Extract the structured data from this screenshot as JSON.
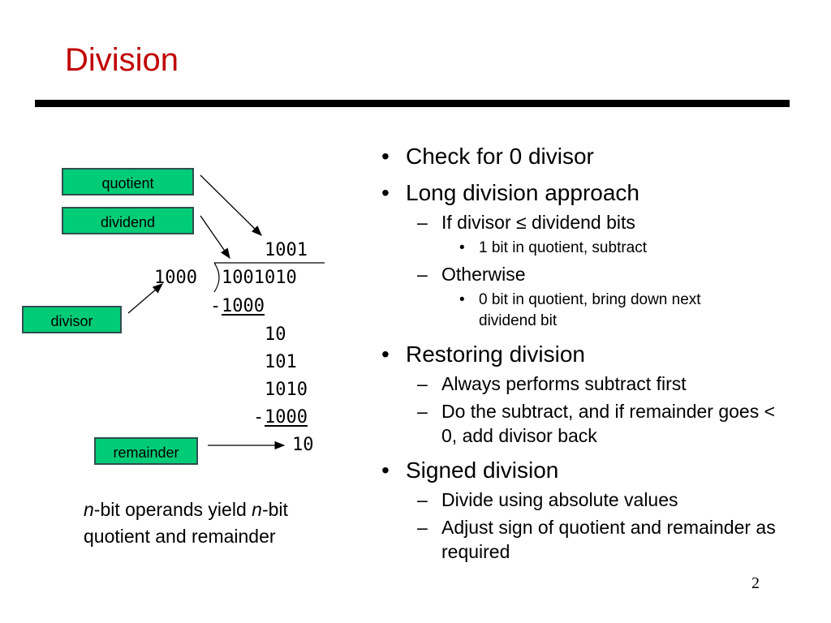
{
  "slide": {
    "title": "Division",
    "page_number": "2"
  },
  "labels": {
    "quotient": "quotient",
    "dividend": "dividend",
    "divisor": "divisor",
    "remainder": "remainder"
  },
  "long_division": {
    "quotient": "1001",
    "divisor": "1000",
    "dividend": "1001010",
    "steps": [
      {
        "sign": "-",
        "value": "1000"
      },
      {
        "value": "10"
      },
      {
        "value": "101"
      },
      {
        "value": "1010"
      },
      {
        "sign": "-",
        "value": "1000"
      },
      {
        "value": "10"
      }
    ]
  },
  "caption": {
    "n1": "n",
    "text1": "-bit operands yield ",
    "n2": "n",
    "text2": "-bit quotient and remainder"
  },
  "bullets": [
    {
      "level": 1,
      "text": "Check for 0 divisor"
    },
    {
      "level": 1,
      "text": "Long division approach"
    },
    {
      "level": 2,
      "text": "If divisor ≤ dividend bits"
    },
    {
      "level": 3,
      "text": "1 bit in quotient, subtract"
    },
    {
      "level": 2,
      "text": "Otherwise"
    },
    {
      "level": 3,
      "text": "0 bit in quotient, bring down next dividend bit"
    },
    {
      "level": 1,
      "text": "Restoring division"
    },
    {
      "level": 2,
      "text": "Always performs subtract first"
    },
    {
      "level": 2,
      "text": "Do the subtract, and if remainder goes < 0, add divisor back"
    },
    {
      "level": 1,
      "text": "Signed division"
    },
    {
      "level": 2,
      "text": "Divide using absolute values"
    },
    {
      "level": 2,
      "text": "Adjust sign of quotient and remainder as required"
    }
  ],
  "colors": {
    "title": "#c00000",
    "label_box": "#00cc77",
    "rule": "#000000"
  }
}
